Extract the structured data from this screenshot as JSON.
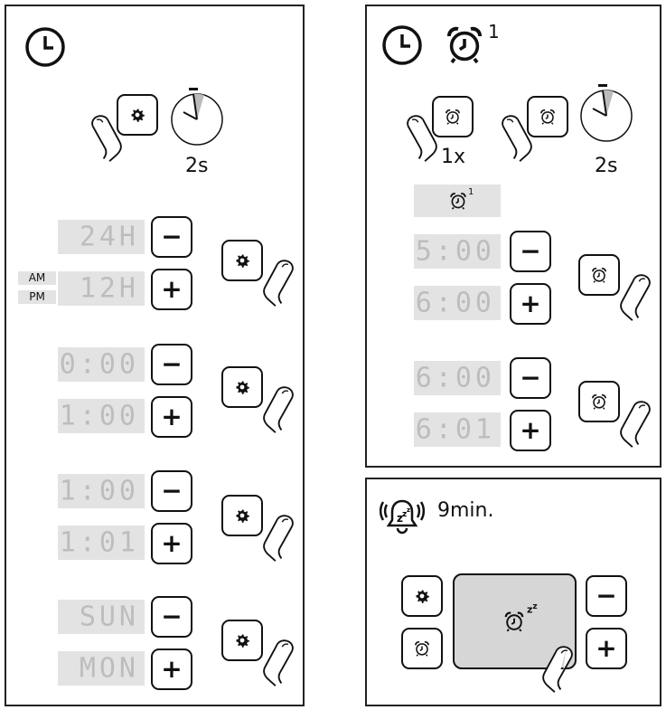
{
  "left": {
    "press_time": "2s",
    "rows": [
      {
        "display": "24H",
        "minus": "−",
        "plus": "+"
      },
      {
        "display": "12H"
      },
      {
        "display": "0:00"
      },
      {
        "display": "1:00"
      },
      {
        "display": "1:00"
      },
      {
        "display": "1:01"
      },
      {
        "display": "SUN"
      },
      {
        "display": "MON"
      }
    ],
    "am": "AM",
    "pm": "PM"
  },
  "right": {
    "alarm_superscript": "1",
    "press_count": "1x",
    "press_time": "2s",
    "displays": [
      "5:00",
      "6:00",
      "6:00",
      "6:01"
    ]
  },
  "snooze": {
    "duration": "9min."
  },
  "symbols": {
    "minus": "−",
    "plus": "+"
  }
}
